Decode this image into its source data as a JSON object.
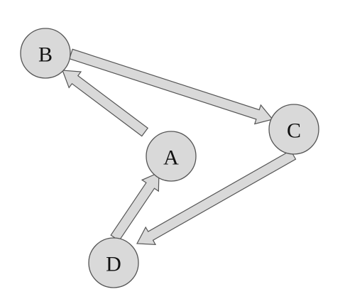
{
  "diagram": {
    "type": "directed-graph",
    "nodes": [
      {
        "id": "A",
        "label": "A"
      },
      {
        "id": "B",
        "label": "B"
      },
      {
        "id": "C",
        "label": "C"
      },
      {
        "id": "D",
        "label": "D"
      }
    ],
    "edges": [
      {
        "from": "A",
        "to": "B"
      },
      {
        "from": "B",
        "to": "C"
      },
      {
        "from": "C",
        "to": "D"
      },
      {
        "from": "D",
        "to": "A"
      }
    ],
    "colors": {
      "node_fill": "#d9d9d9",
      "stroke": "#555555",
      "label": "#111111",
      "background": "#ffffff"
    }
  }
}
